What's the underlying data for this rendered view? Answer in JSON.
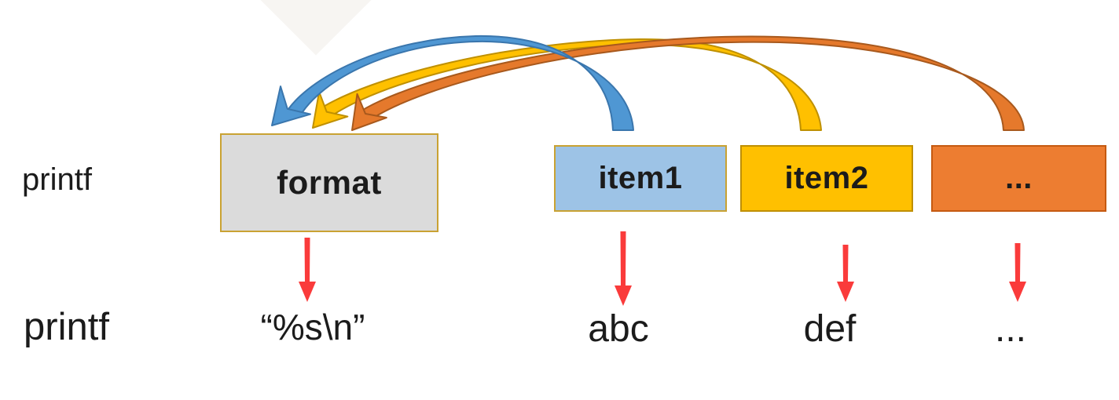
{
  "diagram": {
    "top_row": {
      "label": "printf"
    },
    "bottom_row": {
      "label": "printf"
    },
    "parameters": [
      {
        "name": "format",
        "value": "“%s\\n”"
      },
      {
        "name": "item1",
        "value": "abc"
      },
      {
        "name": "item2",
        "value": "def"
      },
      {
        "name": "...",
        "value": "..."
      }
    ],
    "mappings": [
      {
        "from": "item1",
        "to": "format",
        "color_name": "blue"
      },
      {
        "from": "item2",
        "to": "format",
        "color_name": "yellow"
      },
      {
        "from": "...",
        "to": "format",
        "color_name": "orange"
      }
    ],
    "colors": {
      "format_fill": "#dbdbdb",
      "format_border": "#c9a233",
      "item1_fill": "#9dc3e6",
      "item1_border": "#c9a233",
      "item2_fill": "#ffc000",
      "item2_border": "#bf8f00",
      "dots_fill": "#ed7d31",
      "dots_border": "#c55a11",
      "arrow_blue": "#4f97d3",
      "arrow_blue_edge": "#3a76ad",
      "arrow_yellow": "#ffc000",
      "arrow_yellow_edge": "#bf9000",
      "arrow_orange": "#e5792c",
      "arrow_orange_edge": "#a8591d",
      "value_arrow": "#fa3b3b",
      "text": "#1b1b1b"
    }
  }
}
